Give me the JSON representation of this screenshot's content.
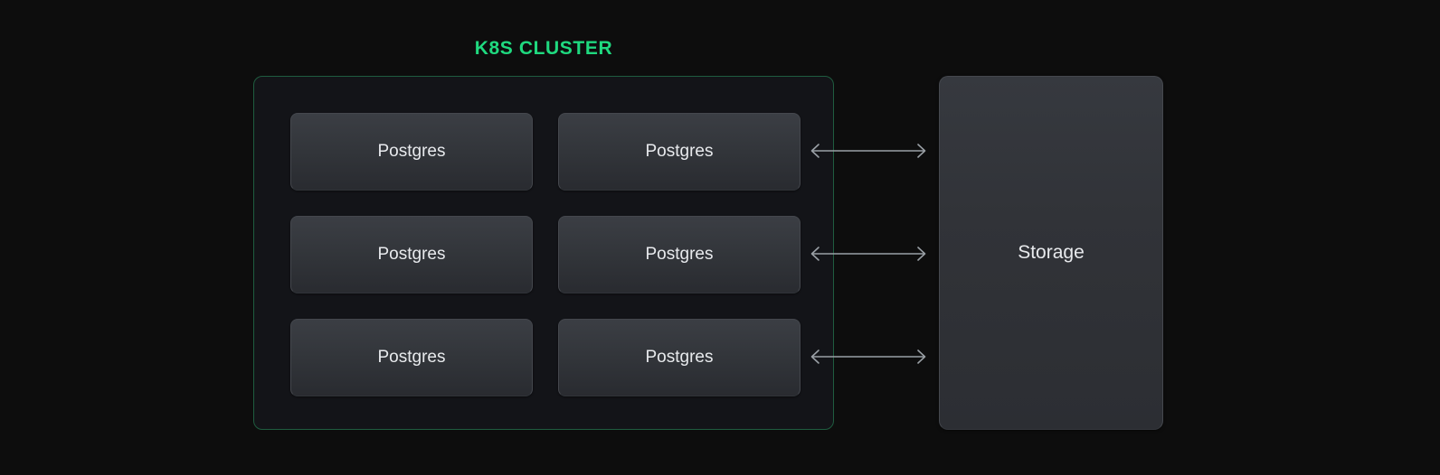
{
  "diagram": {
    "title": "K8S CLUSTER",
    "accent_color": "#1fd97f",
    "border_color": "#1f5c3f",
    "background_color": "#0d0d0d",
    "cluster": {
      "label": "K8S CLUSTER",
      "nodes": [
        {
          "label": "Postgres"
        },
        {
          "label": "Postgres"
        },
        {
          "label": "Postgres"
        },
        {
          "label": "Postgres"
        },
        {
          "label": "Postgres"
        },
        {
          "label": "Postgres"
        }
      ]
    },
    "storage": {
      "label": "Storage"
    },
    "connectors": [
      {
        "name": "storage-link-row-1",
        "direction": "bidirectional"
      },
      {
        "name": "storage-link-row-2",
        "direction": "bidirectional"
      },
      {
        "name": "storage-link-row-3",
        "direction": "bidirectional"
      }
    ]
  }
}
